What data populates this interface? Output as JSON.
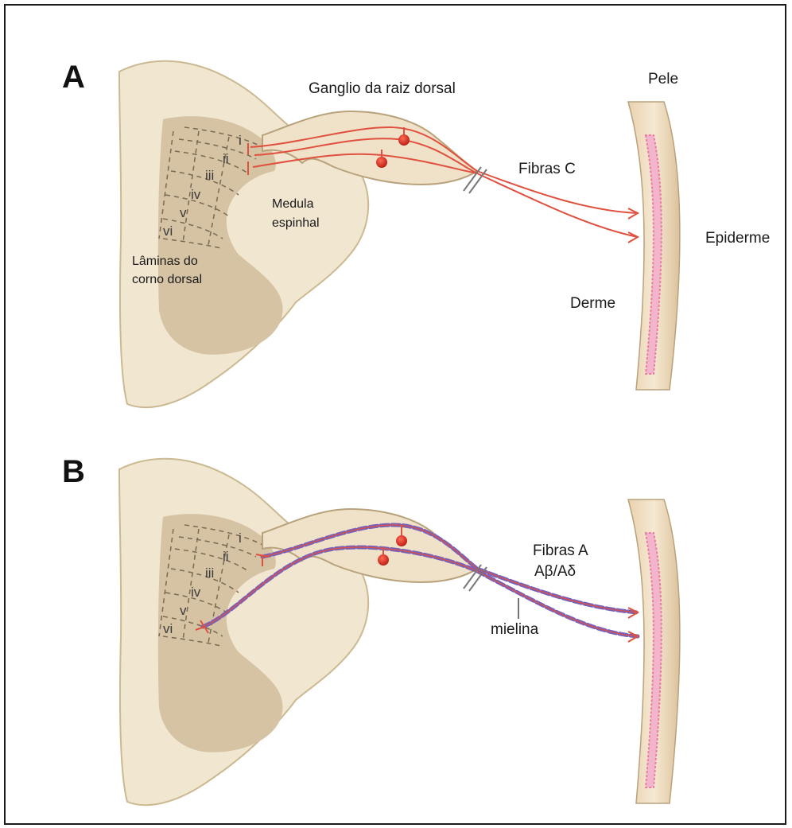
{
  "colors": {
    "cord_fill": "#f1e6d0",
    "cord_stroke": "#c9b896",
    "gray_matter": "#d6c3a3",
    "lamina_region": "#c8b08c",
    "fiber_c": "#e0503f",
    "myelin": "#7a61b8",
    "neuron_body": "#d92a1e",
    "skin_pink": "#f2b5cb",
    "skin_base": "#f3e2c8"
  },
  "panel_a": {
    "letter": "A",
    "labels": {
      "ganglion": "Ganglio da raiz dorsal",
      "skin": "Pele",
      "fibers": "Fibras C",
      "cord_line1": "Medula",
      "cord_line2": "espinhal",
      "epidermis": "Epiderme",
      "laminae_line1": "Lâminas do",
      "laminae_line2": "corno dorsal",
      "dermis": "Derme"
    },
    "laminae": [
      "i",
      "ii",
      "iii",
      "iv",
      "v",
      "vi"
    ]
  },
  "panel_b": {
    "letter": "B",
    "labels": {
      "fibers_line1": "Fibras A",
      "fibers_line2": "Aβ/Aδ",
      "myelin": "mielina"
    },
    "laminae": [
      "i",
      "ii",
      "iii",
      "iv",
      "v",
      "vi"
    ]
  }
}
